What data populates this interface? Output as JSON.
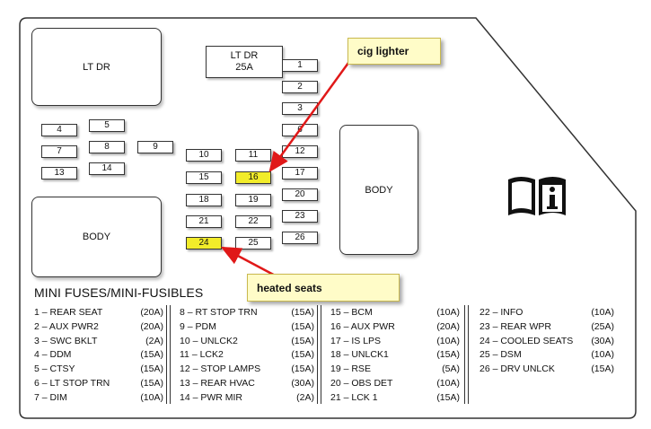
{
  "callouts": {
    "cig_lighter": "cig lighter",
    "heated_seats": "heated seats"
  },
  "relays": {
    "lt_dr_top": "LT DR",
    "lt_dr_fuse": "LT DR\n25A",
    "body_left": "BODY",
    "body_right": "BODY"
  },
  "fuses": [
    "1",
    "2",
    "3",
    "4",
    "5",
    "6",
    "7",
    "8",
    "9",
    "10",
    "11",
    "12",
    "13",
    "14",
    "15",
    "16",
    "17",
    "18",
    "19",
    "20",
    "21",
    "22",
    "23",
    "24",
    "25",
    "26"
  ],
  "legend": {
    "title": "MINI FUSES/MINI-FUSIBLES",
    "col1": [
      {
        "label": "1 – REAR SEAT",
        "amp": "(20A)"
      },
      {
        "label": "2 – AUX PWR2",
        "amp": "(20A)"
      },
      {
        "label": "3 – SWC BKLT",
        "amp": "(2A)"
      },
      {
        "label": "4 – DDM",
        "amp": "(15A)"
      },
      {
        "label": "5 – CTSY",
        "amp": "(15A)"
      },
      {
        "label": "6 – LT STOP TRN",
        "amp": "(15A)"
      },
      {
        "label": "7 – DIM",
        "amp": "(10A)"
      }
    ],
    "col2": [
      {
        "label": "8 – RT STOP TRN",
        "amp": "(15A)"
      },
      {
        "label": "9 – PDM",
        "amp": "(15A)"
      },
      {
        "label": "10 – UNLCK2",
        "amp": "(15A)"
      },
      {
        "label": "11 – LCK2",
        "amp": "(15A)"
      },
      {
        "label": "12 – STOP LAMPS",
        "amp": "(15A)"
      },
      {
        "label": "13 – REAR HVAC",
        "amp": "(30A)"
      },
      {
        "label": "14 – PWR MIR",
        "amp": "(2A)"
      }
    ],
    "col3": [
      {
        "label": "15 – BCM",
        "amp": "(10A)"
      },
      {
        "label": "16 – AUX PWR",
        "amp": "(20A)"
      },
      {
        "label": "17 – IS LPS",
        "amp": "(10A)"
      },
      {
        "label": "18 – UNLCK1",
        "amp": "(15A)"
      },
      {
        "label": "19 – RSE",
        "amp": "(5A)"
      },
      {
        "label": "20 – OBS DET",
        "amp": "(10A)"
      },
      {
        "label": "21 – LCK 1",
        "amp": "(15A)"
      }
    ],
    "col4": [
      {
        "label": "22 – INFO",
        "amp": "(10A)"
      },
      {
        "label": "23 – REAR WPR",
        "amp": "(25A)"
      },
      {
        "label": "24 – COOLED SEATS",
        "amp": "(30A)"
      },
      {
        "label": "25 – DSM",
        "amp": "(10A)"
      },
      {
        "label": "26 – DRV UNLCK",
        "amp": "(15A)"
      }
    ]
  },
  "colors": {
    "highlight": "#f2ec2a",
    "arrow": "#e01818",
    "callout_bg": "#fffcc8"
  },
  "icons": {
    "manual": "owner-manual-book-info-icon"
  }
}
